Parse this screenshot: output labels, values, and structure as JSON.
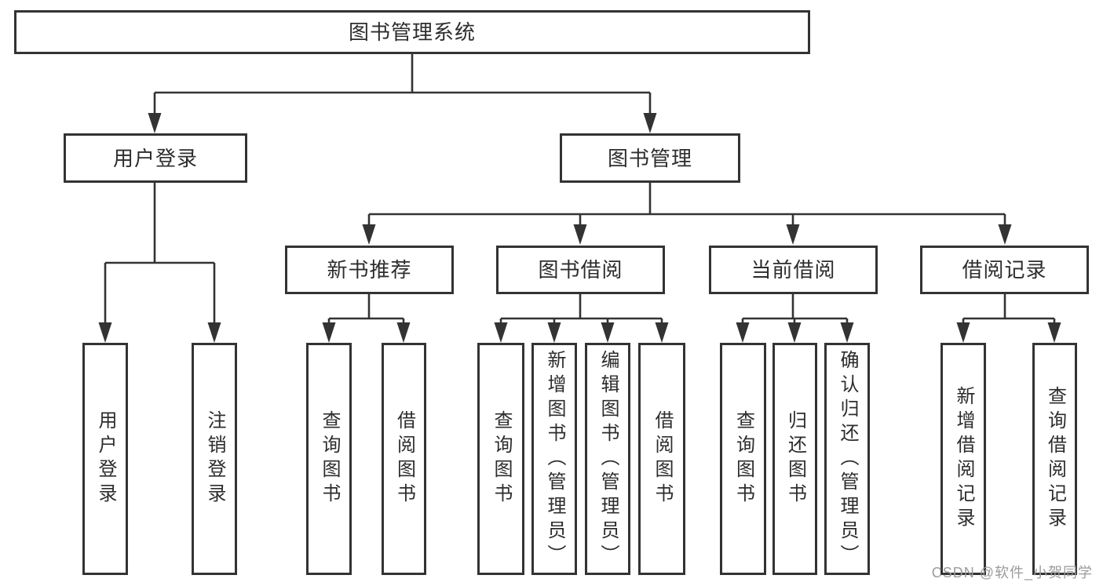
{
  "tree": {
    "root": {
      "label": "图书管理系统"
    },
    "branches": [
      {
        "label": "用户登录",
        "leaves": [
          "用户登录",
          "注销登录"
        ]
      },
      {
        "label": "图书管理",
        "groups": [
          {
            "label": "新书推荐",
            "leaves": [
              "查询图书",
              "借阅图书"
            ]
          },
          {
            "label": "图书借阅",
            "leaves": [
              "查询图书",
              "新增图书（管理员）",
              "编辑图书（管理员）",
              "借阅图书"
            ]
          },
          {
            "label": "当前借阅",
            "leaves": [
              "查询图书",
              "归还图书",
              "确认归还（管理员）"
            ]
          },
          {
            "label": "借阅记录",
            "leaves": [
              "新增借阅记录",
              "查询借阅记录"
            ]
          }
        ]
      }
    ]
  },
  "watermark": {
    "text": "CSDN @软件_小贺同学"
  },
  "colors": {
    "line": "#333333",
    "box_border": "#333333",
    "box_fill": "#ffffff",
    "watermark_text": "#9b9b9b",
    "background": "#ffffff"
  }
}
